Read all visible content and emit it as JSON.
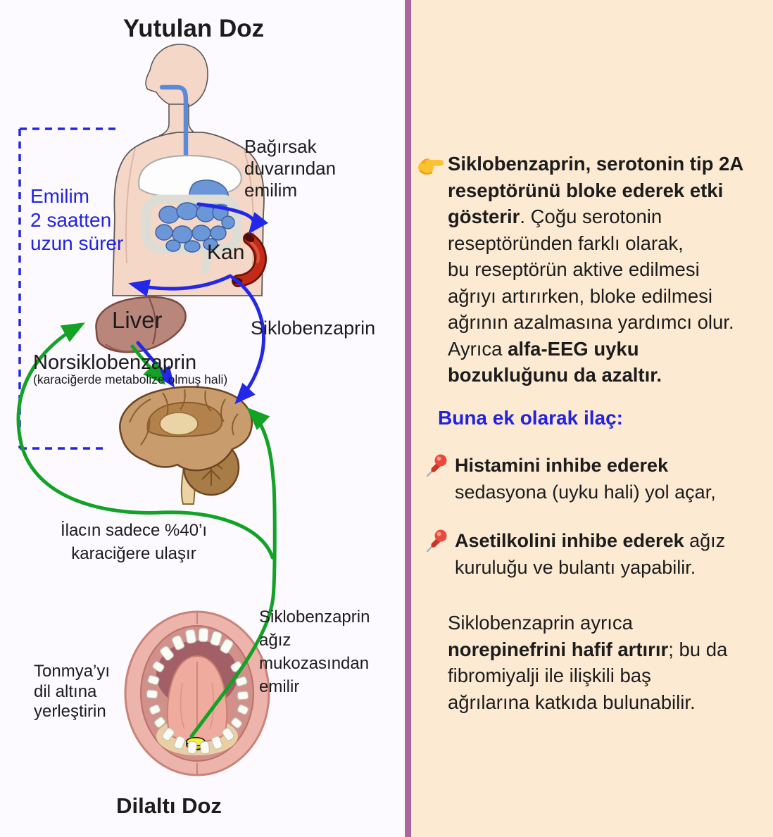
{
  "colors": {
    "accent_blue": "#2222DF",
    "arrow_blue": "#2328E8",
    "arrow_green": "#12A226",
    "divider_purple": "#A9659C",
    "right_panel_bg": "#FDEAD3",
    "left_panel_bg": "#FCFAFF",
    "blood_vessel_red": "#C22B18",
    "pill_yellow": "#F2EA00",
    "text": "#1C1C1C"
  },
  "icons": {
    "pointer": "pointing-hand",
    "pin": "pushpin"
  },
  "left_panel": {
    "title_top": "Yutulan Doz",
    "title_bottom": "Dilaltı Doz",
    "labels": {
      "intestine_absorption": "Bağırsak\nduvarından\nemilim",
      "absorption_time": "Emilim\n2 saatten\nuzun sürer",
      "blood": "Kan",
      "liver": "Liver",
      "norcyclobenzaprine": "Norsiklobenzaprin",
      "norcyclobenzaprine_sub": "(karaciğerde metabolize olmuş hali)",
      "cyclobenzaprine": "Siklobenzaprin",
      "liver_fraction": "İlacın sadece %40’ı\nkaraciğere ulaşır",
      "sublingual_instruction": "Tonmya’yı\ndil altına\nyerleştirin",
      "mouth_absorption": "Siklobenzaprin\nağız\nmukozasından\nemilir"
    }
  },
  "right_panel": {
    "para1": [
      [
        {
          "t": "Siklobenzaprin, serotonin tip 2A",
          "b": 1
        }
      ],
      [
        {
          "t": "reseptörünü bloke ederek etki",
          "b": 1
        }
      ],
      [
        {
          "t": "gösterir",
          "b": 1
        },
        {
          "t": ". Çoğu serotonin",
          "b": 0
        }
      ],
      [
        {
          "t": "reseptöründen farklı olarak,",
          "b": 0
        }
      ],
      [
        {
          "t": "bu reseptörün aktive edilmesi",
          "b": 0
        }
      ],
      [
        {
          "t": "ağrıyı artırırken, bloke edilmesi",
          "b": 0
        }
      ],
      [
        {
          "t": "ağrının azalmasına yardımcı olur.",
          "b": 0
        }
      ],
      [
        {
          "t": "Ayrıca ",
          "b": 0
        },
        {
          "t": "alfa-EEG uyku",
          "b": 1
        }
      ],
      [
        {
          "t": "bozukluğunu da azaltır.",
          "b": 1
        }
      ]
    ],
    "subheading": "Buna ek olarak ilaç:",
    "bullet1": [
      [
        {
          "t": "Histamini inhibe ederek",
          "b": 1
        }
      ],
      [
        {
          "t": "sedasyona (uyku hali) yol açar,",
          "b": 0
        }
      ]
    ],
    "bullet2": [
      [
        {
          "t": "Asetilkolini inhibe ederek",
          "b": 1
        },
        {
          "t": " ağız",
          "b": 0
        }
      ],
      [
        {
          "t": "kuruluğu ve bulantı yapabilir.",
          "b": 0
        }
      ]
    ],
    "para2": [
      [
        {
          "t": "Siklobenzaprin ayrıca",
          "b": 0
        }
      ],
      [
        {
          "t": "norepinefrini hafif artırır",
          "b": 1
        },
        {
          "t": "; bu da",
          "b": 0
        }
      ],
      [
        {
          "t": "fibromiyalji ile ilişkili baş",
          "b": 0
        }
      ],
      [
        {
          "t": "ağrılarına katkıda bulunabilir.",
          "b": 0
        }
      ]
    ]
  }
}
